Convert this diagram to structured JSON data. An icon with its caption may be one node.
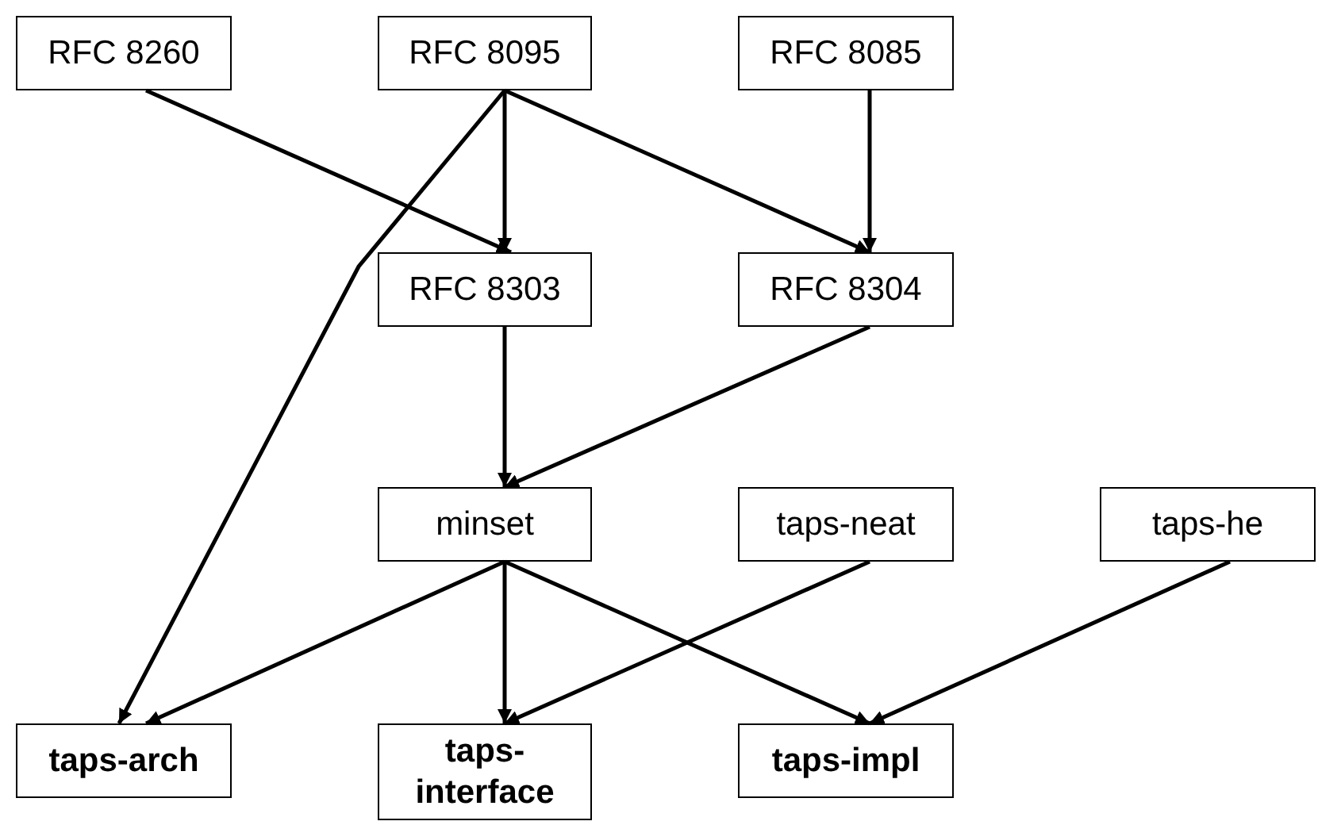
{
  "diagram": {
    "nodes": [
      {
        "text": [
          "RFC 8260"
        ]
      },
      {
        "text": [
          "RFC 8095"
        ]
      },
      {
        "text": [
          "RFC 8085"
        ]
      },
      {
        "text": [
          "RFC 8303"
        ]
      },
      {
        "text": [
          "RFC 8304"
        ]
      },
      {
        "text": [
          "minset"
        ]
      },
      {
        "text": [
          "taps-neat"
        ]
      },
      {
        "text": [
          "taps-he"
        ]
      },
      {
        "text": [
          "taps-arch"
        ]
      },
      {
        "text": [
          "taps-interface"
        ]
      },
      {
        "text": [
          "taps-impl"
        ]
      }
    ],
    "edges": [
      {
        "from": 0,
        "to": 3,
        "arrow": "to"
      },
      {
        "from": 1,
        "to": 3,
        "arrow": "to"
      },
      {
        "from": 1,
        "to": 4,
        "arrow": "to"
      },
      {
        "from": 1,
        "to": 8,
        "arrow": "to"
      },
      {
        "from": 2,
        "to": 4,
        "arrow": "to"
      },
      {
        "from": 3,
        "to": 5,
        "arrow": "to"
      },
      {
        "from": 4,
        "to": 5,
        "arrow": "to"
      },
      {
        "from": 5,
        "to": 8,
        "arrow": "to"
      },
      {
        "from": 5,
        "to": 9,
        "arrow": "to"
      },
      {
        "from": 5,
        "to": 10,
        "arrow": "to"
      },
      {
        "from": 6,
        "to": 9,
        "arrow": "to"
      },
      {
        "from": 7,
        "to": 10,
        "arrow": "to"
      }
    ]
  }
}
